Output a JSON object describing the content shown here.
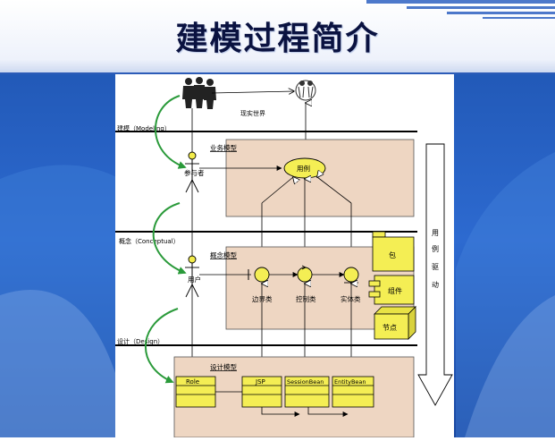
{
  "title": "建模过程简介",
  "colors": {
    "background": "#2d6ad0",
    "title_text": "#0a1240",
    "model_box": "#eed6c2",
    "element_fill": "#f4ee54",
    "guide_arrow": "#2a9a3a"
  },
  "diagram": {
    "real_world": "现实世界",
    "business_model": "业务模型",
    "conceptual_model": "概念模型",
    "design_model": "设计模型",
    "participant": "参与者",
    "user": "用户",
    "use_case": "用例",
    "boundary_class": "边界类",
    "control_class": "控制类",
    "entity_class": "实体类",
    "package": "包",
    "component": "组件",
    "node": "节点",
    "phases": [
      "建模（Modeling）",
      "概念（Conceptual）",
      "设计（Design）"
    ],
    "design_classes": [
      "Role",
      "JSP",
      "SessionBean",
      "EntityBean"
    ],
    "use_case_driven": [
      "用",
      "例",
      "驱",
      "动"
    ]
  }
}
